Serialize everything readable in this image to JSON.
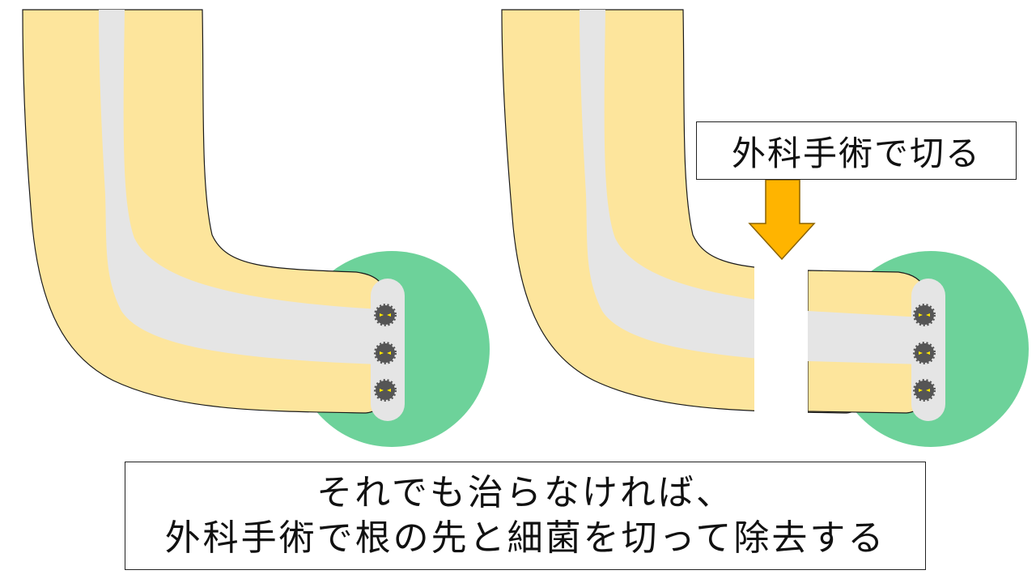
{
  "surgery_label": "外科手術で切る",
  "caption": {
    "line1": "それでも治らなければ、",
    "line2": "外科手術で根の先と細菌を切って除去する"
  },
  "colors": {
    "root": "#fde59c",
    "canal": "#e5e5e5",
    "lesion": "#6dd29a",
    "arrow": "#ffb400",
    "arrow_stroke": "#8a6200",
    "bacteria": "#555555",
    "bacteria_eyes": "#ffe600"
  },
  "icons": {
    "bacteria": "bacteria-icon",
    "arrow": "down-arrow-icon"
  }
}
